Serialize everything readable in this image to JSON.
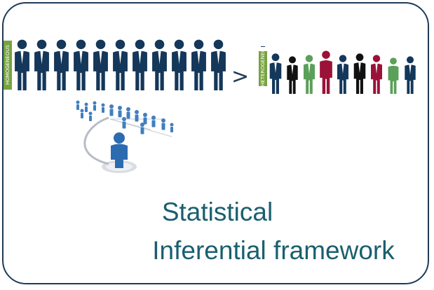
{
  "labels": {
    "homogeneous": "HOMOGENEOUS",
    "heterogeneous": "HETEROGENEOUS",
    "comparison_symbol": ">"
  },
  "title": {
    "line1": "Statistical",
    "line2": "Inferential framework"
  },
  "colors": {
    "frame": "#1f3b57",
    "person_navy": "#14375a",
    "label_green": "#76a33f",
    "title_teal": "#1a5f6e",
    "accent_crimson": "#9b1238",
    "accent_green": "#5aa05a",
    "network_blue": "#3f7fc0"
  },
  "icons": {
    "homogeneous_people": [
      "person-icon",
      "person-icon",
      "person-icon",
      "person-icon",
      "person-icon",
      "person-icon",
      "person-icon",
      "person-icon",
      "person-icon",
      "person-icon",
      "person-icon"
    ],
    "heterogeneous_people": [
      "graduate-person-icon",
      "parent-child-icon",
      "worker-person-icon",
      "woman-basket-icon",
      "couple-icon",
      "nun-icon",
      "nurse-icon",
      "elderly-cane-icon",
      "person-icon"
    ],
    "network": "social-network-icon"
  }
}
